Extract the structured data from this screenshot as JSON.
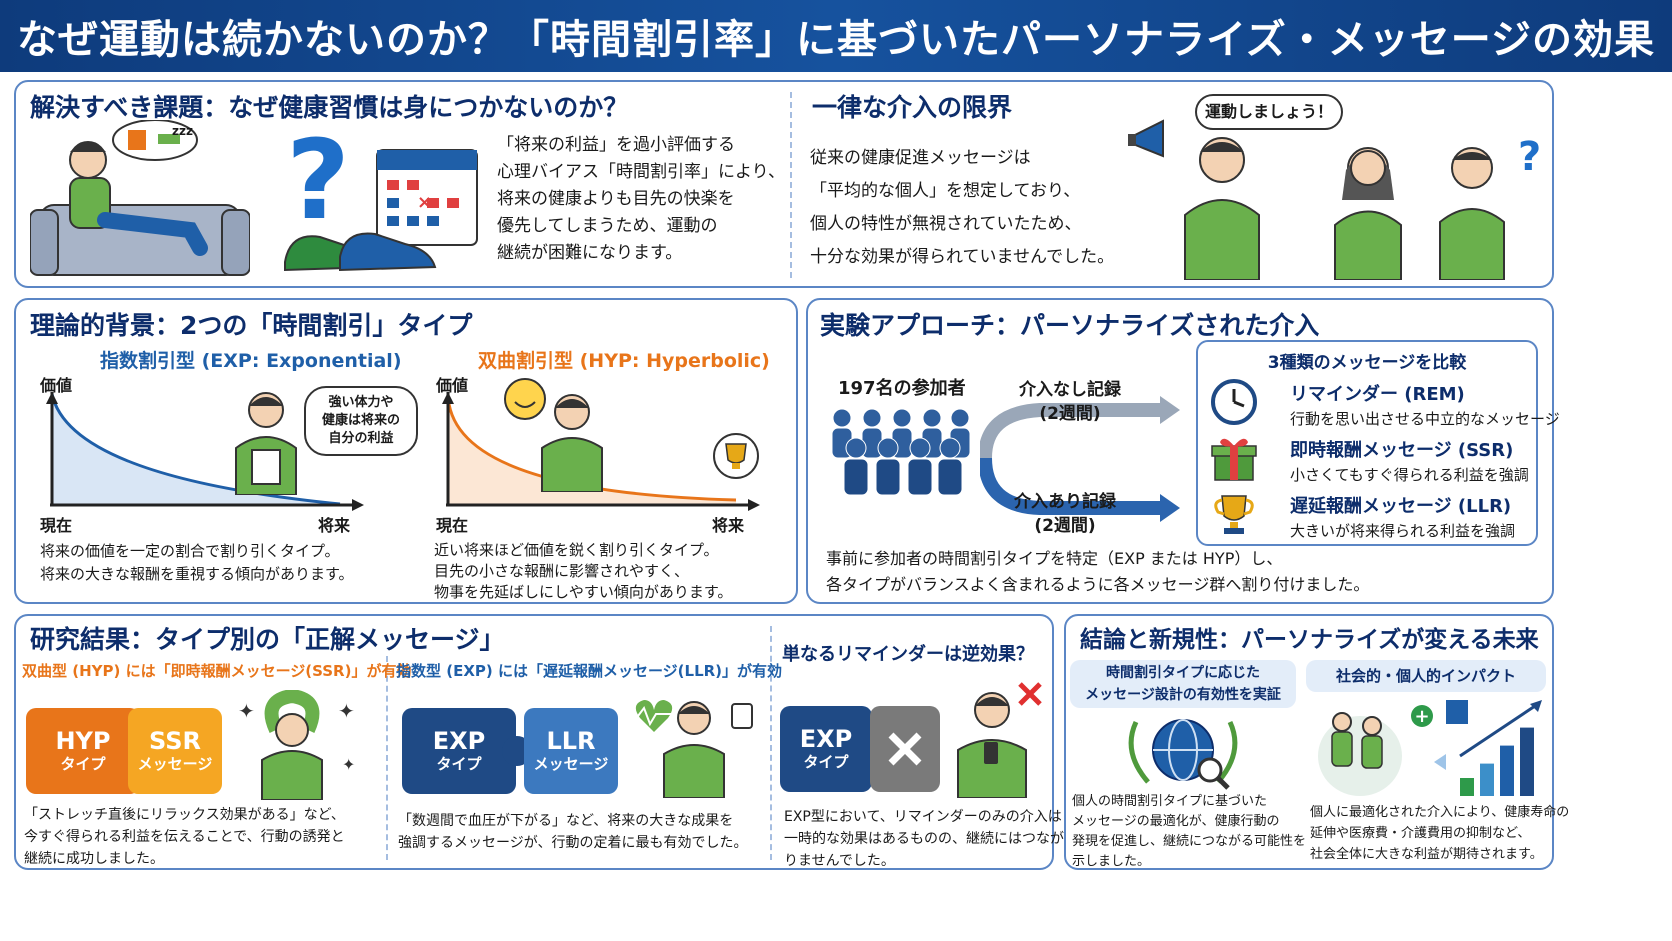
{
  "title": "なぜ運動は続かないのか？「時間割引率」に基づいたパーソナライズ・メッセージの効果",
  "problem": {
    "title": "解決すべき課題：なぜ健康習慣は身につかないのか？",
    "text": [
      "「将来の利益」を過小評価する",
      "心理バイアス「時間割引率」により、",
      "将来の健康よりも目先の快楽を",
      "優先してしまうため、運動の",
      "継続が困難になります。"
    ],
    "zzz": "zzz"
  },
  "uniform": {
    "title": "一律な介入の限界",
    "text": [
      "従来の健康促進メッセージは",
      "「平均的な個人」を想定しており、",
      "個人の特性が無視されていたため、",
      "十分な効果が得られていませんでした。"
    ],
    "bubble": "運動しましょう！"
  },
  "theory": {
    "title": "理論的背景：2つの「時間割引」タイプ",
    "exp": {
      "heading": "指数割引型 (EXP: Exponential)",
      "y_axis": "価値",
      "x_start": "現在",
      "x_end": "将来",
      "bubble": [
        "強い体力や",
        "健康は将来の",
        "自分の利益"
      ],
      "desc": [
        "将来の価値を一定の割合で割り引くタイプ。",
        "将来の大きな報酬を重視する傾向があります。"
      ]
    },
    "hyp": {
      "heading": "双曲割引型 (HYP: Hyperbolic)",
      "y_axis": "価値",
      "x_start": "現在",
      "x_end": "将来",
      "desc": [
        "近い将来ほど価値を鋭く割り引くタイプ。",
        "目先の小さな報酬に影響されやすく、",
        "物事を先延ばしにしやすい傾向があります。"
      ]
    }
  },
  "experiment": {
    "title": "実験アプローチ：パーソナライズされた介入",
    "participants": "197名の参加者",
    "no_intervention": [
      "介入なし記録",
      "(2週間)"
    ],
    "intervention": [
      "介入あり記録",
      "(2週間)"
    ],
    "compare_title": "3種類のメッセージを比較",
    "messages": [
      {
        "title": "リマインダー (REM)",
        "desc": "行動を思い出させる中立的なメッセージ",
        "icon": "clock-icon"
      },
      {
        "title": "即時報酬メッセージ (SSR)",
        "desc": "小さくてもすぐ得られる利益を強調",
        "icon": "gift-icon"
      },
      {
        "title": "遅延報酬メッセージ (LLR)",
        "desc": "大きいが将来得られる利益を強調",
        "icon": "trophy-icon"
      }
    ],
    "note": [
      "事前に参加者の時間割引タイプを特定（EXP または HYP）し、",
      "各タイプがバランスよく含まれるように各メッセージ群へ割り付けました。"
    ]
  },
  "results": {
    "title": "研究結果：タイプ別の「正解メッセージ」",
    "hyp": {
      "heading": "双曲型 (HYP) には「即時報酬メッセージ(SSR)」が有効",
      "piece1": [
        "HYP",
        "タイプ"
      ],
      "piece2": [
        "SSR",
        "メッセージ"
      ],
      "desc": [
        "「ストレッチ直後にリラックス効果がある」など、",
        "今すぐ得られる利益を伝えることで、行動の誘発と",
        "継続に成功しました。"
      ]
    },
    "exp": {
      "heading": "指数型 (EXP) には「遅延報酬メッセージ(LLR)」が有効",
      "piece1": [
        "EXP",
        "タイプ"
      ],
      "piece2": [
        "LLR",
        "メッセージ"
      ],
      "desc": [
        "「数週間で血圧が下がる」など、将来の大きな成果を",
        "強調するメッセージが、行動の定着に最も有効でした。"
      ]
    },
    "reminder": {
      "heading": "単なるリマインダーは逆効果？",
      "piece1": [
        "EXP",
        "タイプ"
      ],
      "desc": [
        "EXP型において、リマインダーのみの介入は",
        "一時的な効果はあるものの、継続にはつなが",
        "りませんでした。"
      ]
    }
  },
  "conclusion": {
    "title": "結論と新規性：パーソナライズが変える未来",
    "left_heading": [
      "時間割引タイプに応じた",
      "メッセージ設計の有効性を実証"
    ],
    "left_desc": [
      "個人の時間割引タイプに基づいた",
      "メッセージの最適化が、健康行動の",
      "発現を促進し、継続につながる可能性を",
      "示しました。"
    ],
    "right_heading": "社会的・個人的インパクト",
    "right_desc": [
      "個人に最適化された介入により、健康寿命の",
      "延伸や医療費・介護費用の抑制など、",
      "社会全体に大きな利益が期待されます。"
    ],
    "bar_levels": [
      0.25,
      0.45,
      0.7,
      0.95
    ]
  },
  "colors": {
    "navy": "#0d2d6b",
    "blue": "#1f5fa8",
    "orange": "#e8751a",
    "green": "#6ab04c",
    "panel_border": "#5b86c5"
  }
}
